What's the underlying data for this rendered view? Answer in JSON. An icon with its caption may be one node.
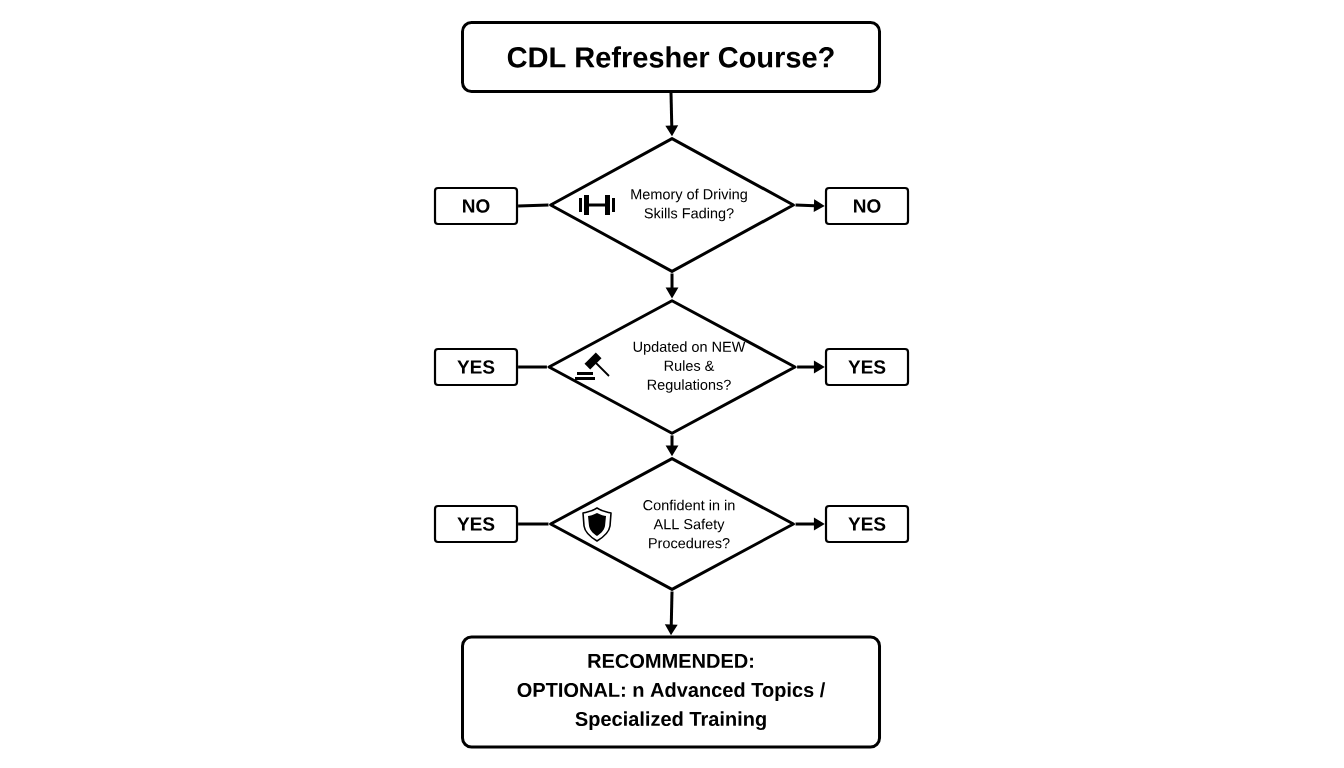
{
  "diagram": {
    "nodes": [
      {
        "text": [
          "CDL Refresher Course?"
        ]
      },
      {
        "text": [
          "NO"
        ]
      },
      {
        "text": [
          "Memory of Driving Skills Fading?"
        ]
      },
      {
        "text": [
          "NO"
        ]
      },
      {
        "text": [
          "YES"
        ]
      },
      {
        "text": [
          "Updated on NEW Rules & Regulations?"
        ]
      },
      {
        "text": [
          "YES"
        ]
      },
      {
        "text": [
          "YES"
        ]
      },
      {
        "text": [
          "Confident in in ALL Safety Procedures?"
        ]
      },
      {
        "text": [
          "YES"
        ]
      },
      {
        "text": [
          "RECOMMENDED:",
          "OPTIONAL: n Advanced Topics / Specialized Training"
        ]
      }
    ],
    "edges": [
      {
        "from": 0,
        "to": 2,
        "arrow": "to"
      },
      {
        "from": 2,
        "to": 1,
        "arrow": "none"
      },
      {
        "from": 2,
        "to": 3,
        "arrow": "to"
      },
      {
        "from": 2,
        "to": 5,
        "arrow": "to"
      },
      {
        "from": 5,
        "to": 4,
        "arrow": "none"
      },
      {
        "from": 5,
        "to": 6,
        "arrow": "to"
      },
      {
        "from": 5,
        "to": 8,
        "arrow": "to"
      },
      {
        "from": 8,
        "to": 7,
        "arrow": "none"
      },
      {
        "from": 8,
        "to": 9,
        "arrow": "to"
      },
      {
        "from": 8,
        "to": 10,
        "arrow": "to"
      }
    ]
  }
}
